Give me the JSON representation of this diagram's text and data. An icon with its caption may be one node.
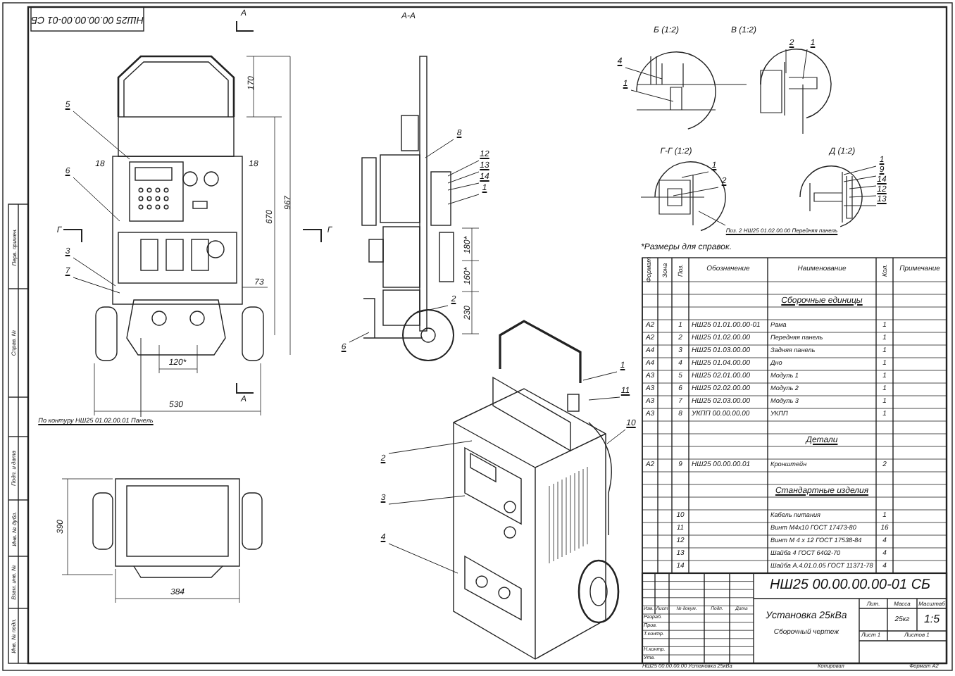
{
  "diagram": {
    "nodes": [
      {
        "text": [
          "5"
        ]
      },
      {
        "text": [
          "6"
        ]
      },
      {
        "text": [
          "3"
        ]
      },
      {
        "text": [
          "7"
        ]
      },
      {
        "text": [
          "По контуру НШ25 01.02.00.01 Панель"
        ]
      },
      {
        "text": [
          "8"
        ]
      },
      {
        "text": [
          "12"
        ]
      },
      {
        "text": [
          "13"
        ]
      },
      {
        "text": [
          "14"
        ]
      },
      {
        "text": [
          "1"
        ]
      },
      {
        "text": [
          "2"
        ]
      },
      {
        "text": [
          "6"
        ]
      },
      {
        "text": [
          "1"
        ]
      },
      {
        "text": [
          "11"
        ]
      },
      {
        "text": [
          "10"
        ]
      },
      {
        "text": [
          "2"
        ]
      },
      {
        "text": [
          "3"
        ]
      },
      {
        "text": [
          "4"
        ]
      },
      {
        "text": [
          "4"
        ]
      },
      {
        "text": [
          "1"
        ]
      },
      {
        "text": [
          "2"
        ]
      },
      {
        "text": [
          "1"
        ]
      },
      {
        "text": [
          "1"
        ]
      },
      {
        "text": [
          "2"
        ]
      },
      {
        "text": [
          "Поз. 2 НШ25 01.02.00.00 Передняя панель"
        ]
      },
      {
        "text": [
          "1"
        ]
      },
      {
        "text": [
          "9"
        ]
      },
      {
        "text": [
          "14"
        ]
      },
      {
        "text": [
          "12"
        ]
      },
      {
        "text": [
          "13"
        ]
      },
      {
        "text": [],
        "shape": "picture"
      }
    ],
    "edges": [
      {
        "from": 0,
        "to": null,
        "arrow": "none"
      },
      {
        "from": 1,
        "to": null,
        "arrow": "none"
      },
      {
        "from": 2,
        "to": null,
        "arrow": "none"
      },
      {
        "from": 3,
        "to": null,
        "arrow": "none"
      },
      {
        "from": 4,
        "to": null,
        "arrow": "none"
      },
      {
        "from": 5,
        "to": null,
        "arrow": "none"
      },
      {
        "from": 6,
        "to": null,
        "arrow": "none"
      },
      {
        "from": 7,
        "to": null,
        "arrow": "none"
      },
      {
        "from": 8,
        "to": null,
        "arrow": "none"
      },
      {
        "from": 9,
        "to": null,
        "arrow": "none"
      },
      {
        "from": 10,
        "to": null,
        "arrow": "none"
      },
      {
        "from": 11,
        "to": null,
        "arrow": "none"
      },
      {
        "from": 12,
        "to": null,
        "arrow": "none"
      },
      {
        "from": 13,
        "to": null,
        "arrow": "none"
      },
      {
        "from": 14,
        "to": null,
        "arrow": "none"
      },
      {
        "from": 15,
        "to": null,
        "arrow": "none"
      },
      {
        "from": 16,
        "to": null,
        "arrow": "none"
      },
      {
        "from": 17,
        "to": null,
        "arrow": "none"
      },
      {
        "from": 18,
        "to": null,
        "arrow": "none"
      },
      {
        "from": 19,
        "to": null,
        "arrow": "none"
      },
      {
        "from": 20,
        "to": null,
        "arrow": "none"
      },
      {
        "from": 21,
        "to": null,
        "arrow": "none"
      },
      {
        "from": 22,
        "to": null,
        "arrow": "none"
      },
      {
        "from": 23,
        "to": null,
        "arrow": "none"
      },
      {
        "from": 24,
        "to": null,
        "arrow": "none"
      },
      {
        "from": 25,
        "to": 30,
        "arrow": "none"
      },
      {
        "from": 26,
        "to": 30,
        "arrow": "none"
      },
      {
        "from": 27,
        "to": 30,
        "arrow": "none"
      },
      {
        "from": 28,
        "to": 30,
        "arrow": "none"
      },
      {
        "from": 29,
        "to": 30,
        "arrow": "none"
      }
    ],
    "labels": [
      "НШ25 00.00.00.00-01 СБ",
      "А",
      "А-А",
      "Б (1:2)",
      "В (1:2)",
      "Г-Г (1:2)",
      "Д (1:2)",
      "Г",
      "Г",
      "А",
      "170",
      "670",
      "967",
      "18",
      "18",
      "73",
      "120*",
      "530",
      "180*",
      "160*",
      "230",
      "384",
      "390",
      "*Размеры для справок.",
      "Формат",
      "Зона",
      "Поз.",
      "Обозначение",
      "Наименование",
      "Кол.",
      "Примечание",
      "Сборочные единицы",
      "А2",
      "1",
      "НШ25 01.01.00.00-01",
      "Рама",
      "1",
      "А2",
      "2",
      "НШ25 01.02.00.00",
      "Передняя панель",
      "1",
      "А4",
      "3",
      "НШ25 01.03.00.00",
      "Задняя панель",
      "1",
      "А4",
      "4",
      "НШ25 01.04.00.00",
      "Дно",
      "1",
      "А3",
      "5",
      "НШ25 02.01.00.00",
      "Модуль 1",
      "1",
      "А3",
      "6",
      "НШ25 02.02.00.00",
      "Модуль 2",
      "1",
      "А3",
      "7",
      "НШ25 02.03.00.00",
      "Модуль 3",
      "1",
      "А3",
      "8",
      "УКПП 00.00.00.00",
      "УКПП",
      "1",
      "Детали",
      "А2",
      "9",
      "НШ25 00.00.00.01",
      "Кронштейн",
      "2",
      "Стандартные изделия",
      "10",
      "Кабель питания",
      "1",
      "11",
      "Винт М4х10 ГОСТ 17473-80",
      "16",
      "12",
      "Винт М 4 х 12 ГОСТ 17538-84",
      "4",
      "13",
      "Шайба 4 ГОСТ 6402-70",
      "4",
      "14",
      "Шайба А.4.01.0.05 ГОСТ 11371-78",
      "4",
      "НШ25 00.00.00.00-01 СБ",
      "Изм.",
      "Лист",
      "№ докум.",
      "Подп.",
      "Дата",
      "Разраб.",
      "Пров.",
      "Т.контр.",
      "Н.контр.",
      "Утв.",
      "Установка 25кВа",
      "Сборочный чертеж",
      "Лит.",
      "Масса",
      "Масштаб",
      "25кг",
      "1:5",
      "Лист 1",
      "Листов 1",
      "НШ25 00.00.00.00 Установка 25кВа",
      "Копировал",
      "Формат А2",
      "Перв. примен.",
      "Справ. №",
      "Подп. и дата",
      "Инв. № дубл.",
      "Взам. инв. №",
      "Инв. № подл."
    ]
  }
}
